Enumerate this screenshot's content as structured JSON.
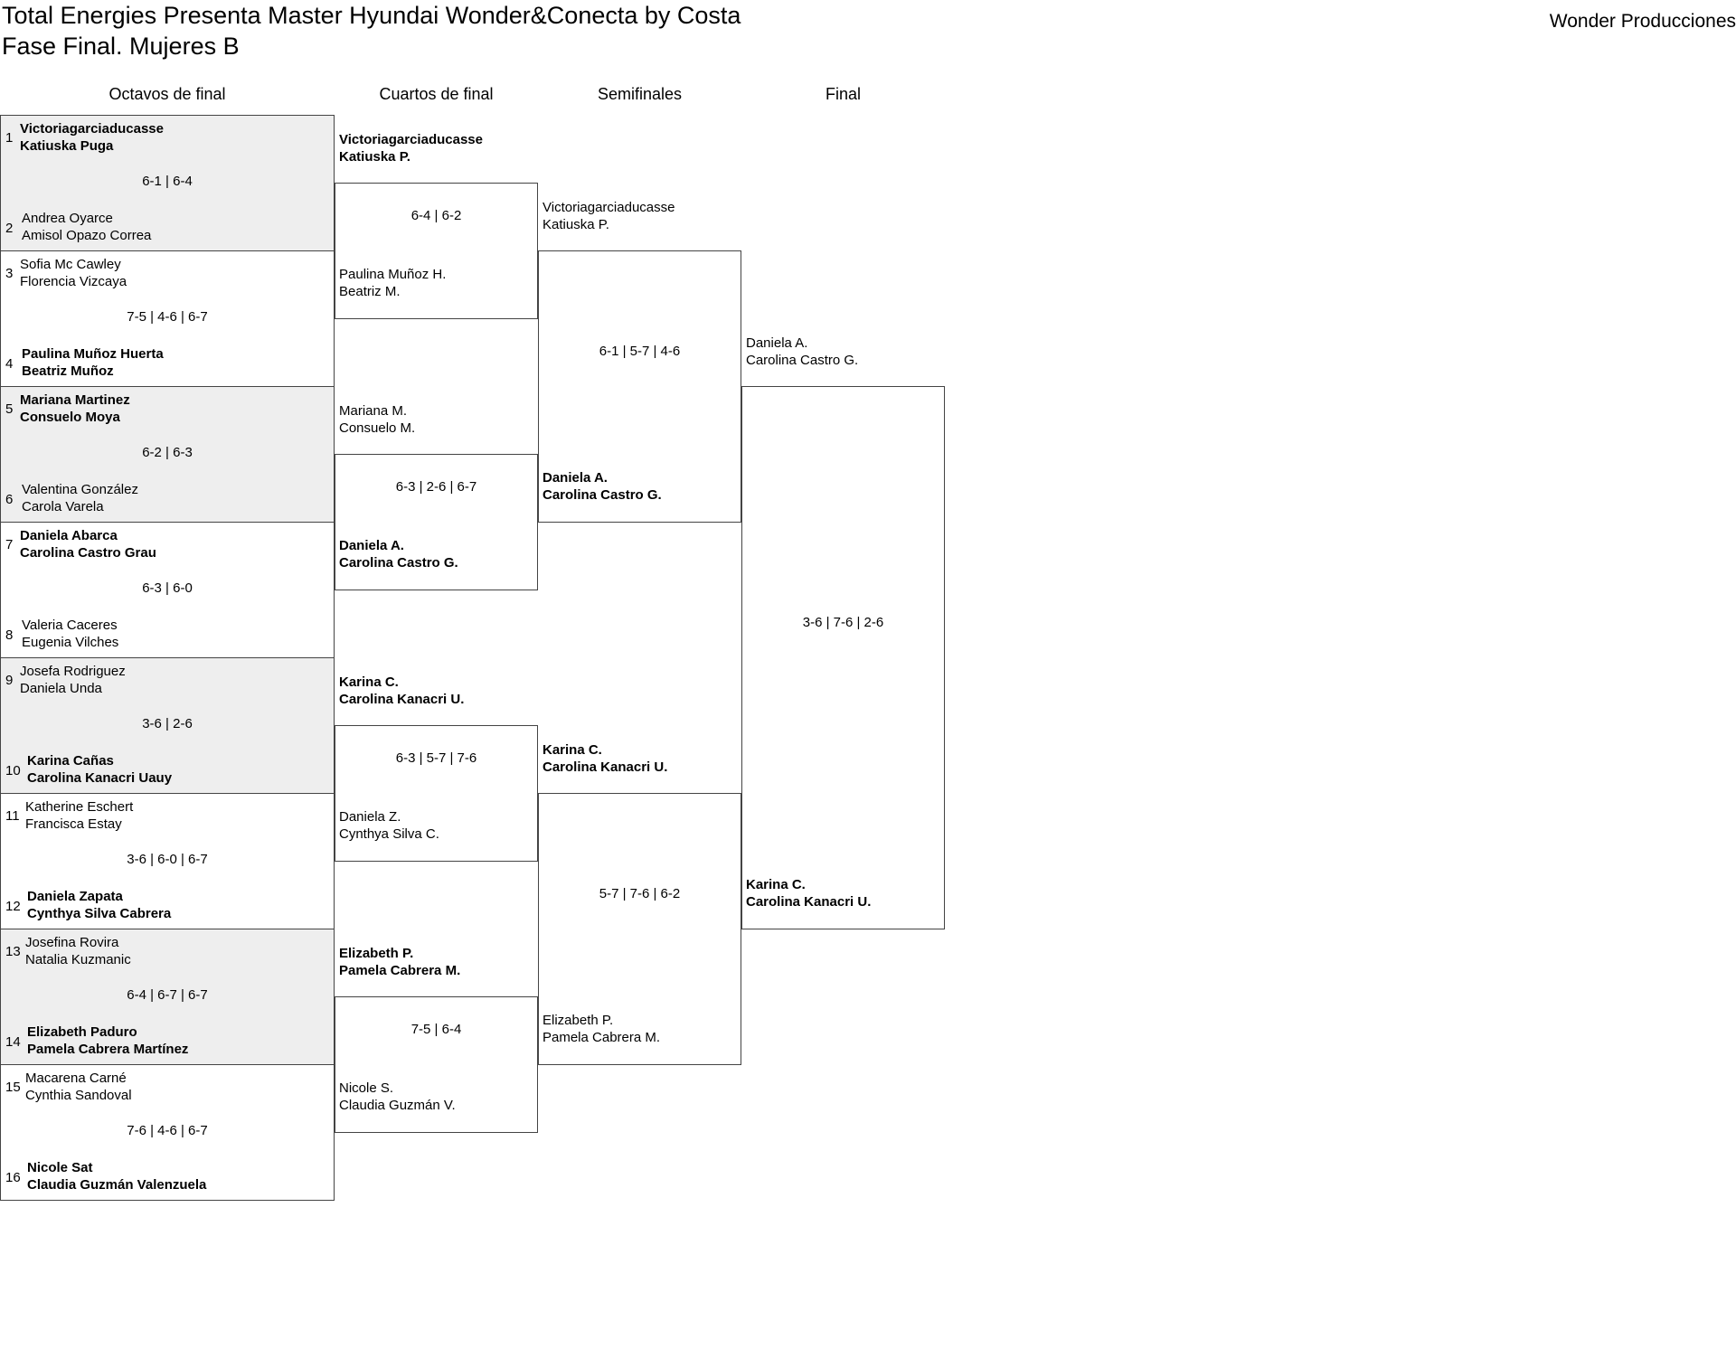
{
  "header": {
    "title_line1": "Total Energies Presenta Master Hyundai Wonder&Conecta by Costa",
    "title_line2": "Fase Final. Mujeres B",
    "organizer": "Wonder Producciones"
  },
  "rounds": [
    "Octavos de final",
    "Cuartos de final",
    "Semifinales",
    "Final"
  ],
  "octavos": [
    {
      "score": "6-1 | 6-4",
      "top": {
        "seed": "1",
        "p1": "Victoriagarciaducasse",
        "p2": "Katiuska Puga"
      },
      "bottom": {
        "seed": "2",
        "p1": "Andrea Oyarce",
        "p2": "Amisol Opazo Correa"
      }
    },
    {
      "score": "7-5 | 4-6 | 6-7",
      "top": {
        "seed": "3",
        "p1": "Sofia Mc Cawley",
        "p2": "Florencia Vizcaya"
      },
      "bottom": {
        "seed": "4",
        "p1": "Paulina Muñoz Huerta",
        "p2": "Beatriz Muñoz"
      }
    },
    {
      "score": "6-2 | 6-3",
      "top": {
        "seed": "5",
        "p1": "Mariana Martinez",
        "p2": "Consuelo Moya"
      },
      "bottom": {
        "seed": "6",
        "p1": "Valentina González",
        "p2": "Carola Varela"
      }
    },
    {
      "score": "6-3 | 6-0",
      "top": {
        "seed": "7",
        "p1": "Daniela Abarca",
        "p2": "Carolina Castro Grau"
      },
      "bottom": {
        "seed": "8",
        "p1": "Valeria Caceres",
        "p2": "Eugenia Vilches"
      }
    },
    {
      "score": "3-6 | 2-6",
      "top": {
        "seed": "9",
        "p1": "Josefa Rodriguez",
        "p2": "Daniela Unda"
      },
      "bottom": {
        "seed": "10",
        "p1": "Karina Cañas",
        "p2": "Carolina Kanacri Uauy"
      }
    },
    {
      "score": "3-6 | 6-0 | 6-7",
      "top": {
        "seed": "11",
        "p1": "Katherine Eschert",
        "p2": "Francisca Estay"
      },
      "bottom": {
        "seed": "12",
        "p1": "Daniela Zapata",
        "p2": "Cynthya Silva Cabrera"
      }
    },
    {
      "score": "6-4 | 6-7 | 6-7",
      "top": {
        "seed": "13",
        "p1": "Josefina Rovira",
        "p2": "Natalia Kuzmanic"
      },
      "bottom": {
        "seed": "14",
        "p1": "Elizabeth Paduro",
        "p2": "Pamela Cabrera Martínez"
      }
    },
    {
      "score": "7-6 | 4-6 | 6-7",
      "top": {
        "seed": "15",
        "p1": "Macarena Carné",
        "p2": "Cynthia Sandoval"
      },
      "bottom": {
        "seed": "16",
        "p1": "Nicole Sat",
        "p2": "Claudia Guzmán Valenzuela"
      }
    }
  ],
  "cuartos": [
    {
      "score": "6-4 | 6-2",
      "top": {
        "p1": "Victoriagarciaducasse",
        "p2": "Katiuska P."
      },
      "bottom": {
        "p1": "Paulina Muñoz H.",
        "p2": "Beatriz M."
      }
    },
    {
      "score": "6-3 | 2-6 | 6-7",
      "top": {
        "p1": "Mariana M.",
        "p2": "Consuelo M."
      },
      "bottom": {
        "p1": "Daniela A.",
        "p2": "Carolina Castro G."
      }
    },
    {
      "score": "6-3 | 5-7 | 7-6",
      "top": {
        "p1": "Karina C.",
        "p2": "Carolina Kanacri U."
      },
      "bottom": {
        "p1": "Daniela Z.",
        "p2": "Cynthya Silva C."
      }
    },
    {
      "score": "7-5 | 6-4",
      "top": {
        "p1": "Elizabeth P.",
        "p2": "Pamela Cabrera M."
      },
      "bottom": {
        "p1": "Nicole S.",
        "p2": "Claudia Guzmán V."
      }
    }
  ],
  "semis": [
    {
      "score": "6-1 | 5-7 | 4-6",
      "top": {
        "p1": "Victoriagarciaducasse",
        "p2": "Katiuska P."
      },
      "bottom": {
        "p1": "Daniela A.",
        "p2": "Carolina Castro G."
      }
    },
    {
      "score": "5-7 | 7-6 | 6-2",
      "top": {
        "p1": "Karina C.",
        "p2": "Carolina Kanacri U."
      },
      "bottom": {
        "p1": "Elizabeth P.",
        "p2": "Pamela Cabrera M."
      }
    }
  ],
  "final": {
    "score": "3-6 | 7-6 | 2-6",
    "top": {
      "p1": "Daniela A.",
      "p2": "Carolina Castro G."
    },
    "bottom": {
      "p1": "Karina C.",
      "p2": "Carolina Kanacri U."
    }
  }
}
